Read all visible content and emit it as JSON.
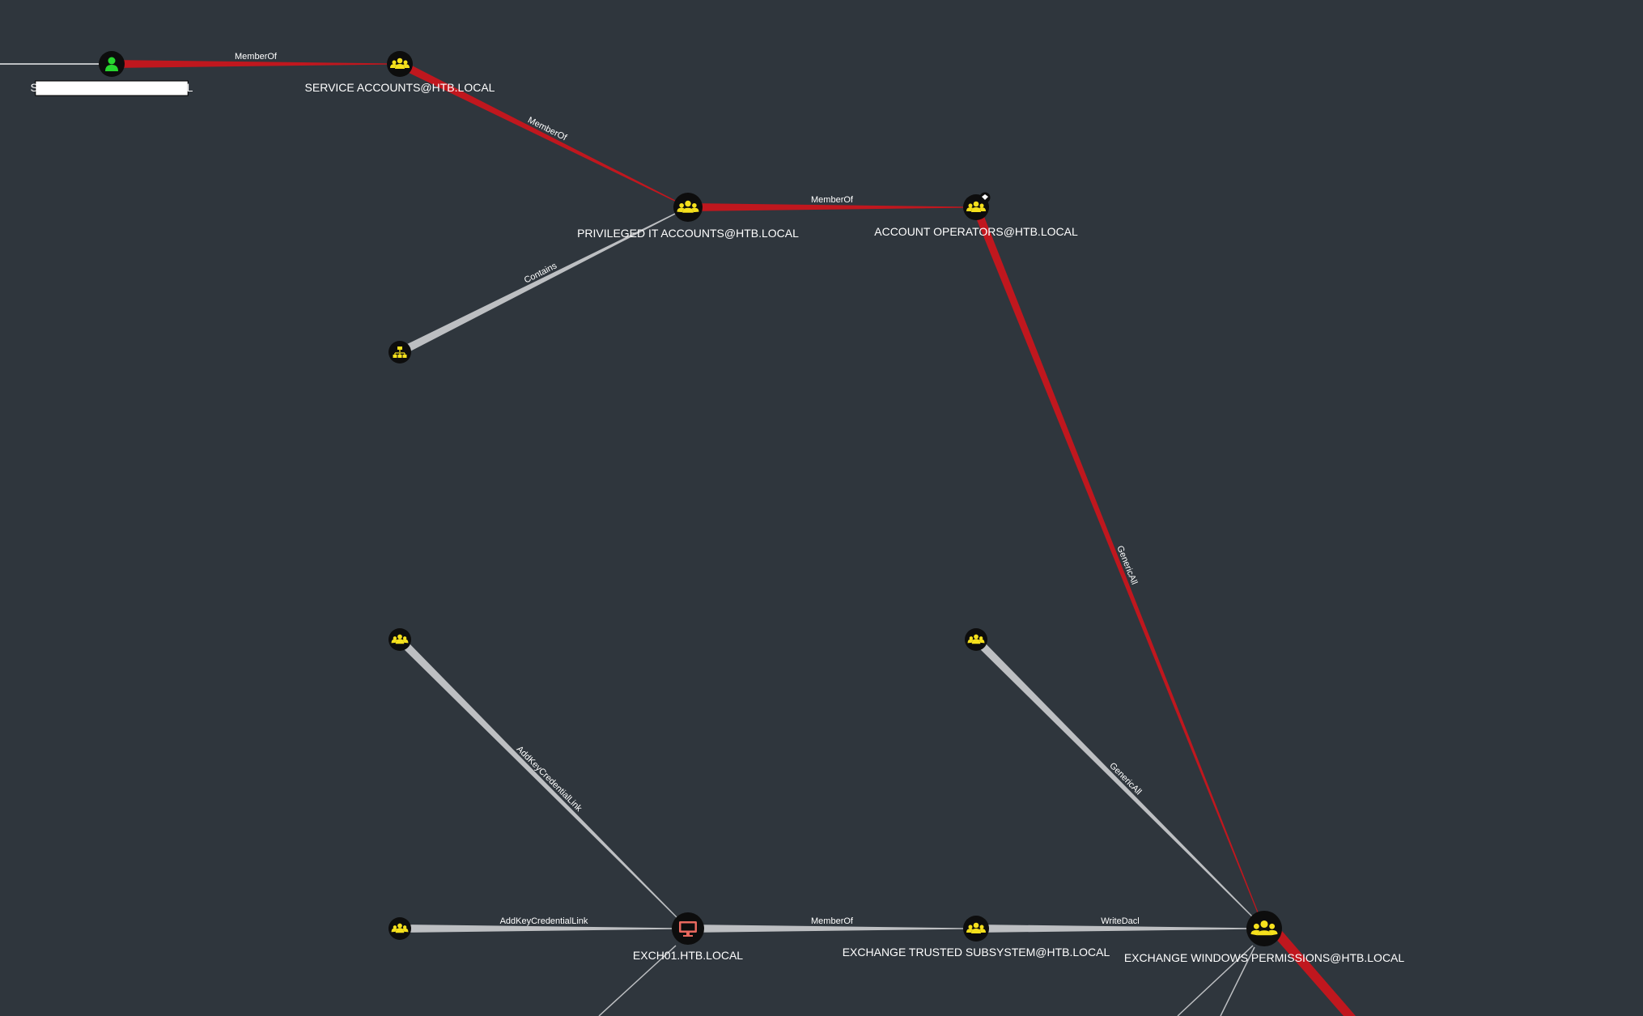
{
  "colors": {
    "background": "#2f363d",
    "path_edge": "#c0171e",
    "normal_edge": "#bdbfc2",
    "group_icon": "#f5e01c",
    "user_icon": "#27d62f",
    "computer_icon": "#e8685e",
    "node_bg": "#0d0d0d",
    "selected_label_bg": "#ffffff",
    "selected_label_text": "#000000"
  },
  "nodes": [
    {
      "id": "svc-alfresco",
      "type": "user",
      "icon": "user-icon",
      "label": "SVC-ALFRESCO@HTB.LOCAL",
      "selected": true
    },
    {
      "id": "service-accounts",
      "type": "group",
      "icon": "group-icon",
      "label": "SERVICE ACCOUNTS@HTB.LOCAL"
    },
    {
      "id": "privileged-it",
      "type": "group",
      "icon": "group-icon",
      "label": "PRIVILEGED IT ACCOUNTS@HTB.LOCAL"
    },
    {
      "id": "account-operators",
      "type": "group",
      "icon": "group-icon",
      "label": "ACCOUNT OPERATORS@HTB.LOCAL",
      "high_value": true
    },
    {
      "id": "ou-node",
      "type": "ou",
      "icon": "ou-icon",
      "label": ""
    },
    {
      "id": "group-left-mid",
      "type": "group",
      "icon": "group-icon",
      "label": ""
    },
    {
      "id": "group-right-mid",
      "type": "group",
      "icon": "group-icon",
      "label": ""
    },
    {
      "id": "group-left-bottom",
      "type": "group",
      "icon": "group-icon",
      "label": ""
    },
    {
      "id": "exch01",
      "type": "computer",
      "icon": "computer-icon",
      "label": "EXCH01.HTB.LOCAL"
    },
    {
      "id": "exchange-trusted",
      "type": "group",
      "icon": "group-icon",
      "label": "EXCHANGE TRUSTED SUBSYSTEM@HTB.LOCAL"
    },
    {
      "id": "exchange-windows",
      "type": "group",
      "icon": "group-icon",
      "label": "EXCHANGE WINDOWS PERMISSIONS@HTB.LOCAL"
    }
  ],
  "edges": [
    {
      "id": "e1",
      "from": "svc-alfresco",
      "to": "service-accounts",
      "label": "MemberOf",
      "path": true
    },
    {
      "id": "e2",
      "from": "service-accounts",
      "to": "privileged-it",
      "label": "MemberOf",
      "path": true
    },
    {
      "id": "e3",
      "from": "privileged-it",
      "to": "account-operators",
      "label": "MemberOf",
      "path": true
    },
    {
      "id": "e4",
      "from": "ou-node",
      "to": "privileged-it",
      "label": "Contains",
      "path": false
    },
    {
      "id": "e5",
      "from": "account-operators",
      "to": "exchange-windows",
      "label": "GenericAll",
      "path": true
    },
    {
      "id": "e6",
      "from": "group-left-mid",
      "to": "exch01",
      "label": "AddKeyCredentialLink",
      "path": false
    },
    {
      "id": "e7",
      "from": "group-right-mid",
      "to": "exchange-windows",
      "label": "GenericAll",
      "path": false
    },
    {
      "id": "e8",
      "from": "group-left-bottom",
      "to": "exch01",
      "label": "AddKeyCredentialLink",
      "path": false
    },
    {
      "id": "e9",
      "from": "exch01",
      "to": "exchange-trusted",
      "label": "MemberOf",
      "path": false
    },
    {
      "id": "e10",
      "from": "exchange-trusted",
      "to": "exchange-windows",
      "label": "WriteDacl",
      "path": false
    }
  ]
}
